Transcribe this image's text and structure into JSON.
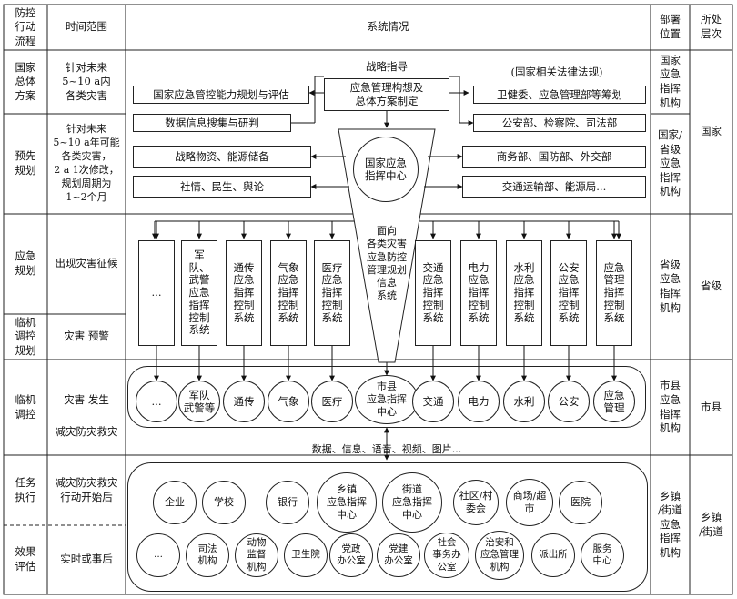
{
  "headers": {
    "flow": "防控\n行动\n流程",
    "time": "时间范围",
    "system": "系统情况",
    "dept": "部署\n位置",
    "level": "所处\n层次"
  },
  "left_col": {
    "national": "国家\n总体\n方案",
    "pre": "预先\n规划",
    "emergency": "应急\n规划",
    "imminent_plan": "临机\n调控\n规划",
    "imminent": "临机\n调控",
    "task": "任务\n执行",
    "effect": "效果\n评估"
  },
  "time_col": {
    "t1": "针对未来\n5~10 a内\n各类灾害",
    "t2": "针对未来\n5~10 a年可能\n各类灾害，\n2 a 1次修改，\n规划周期为\n1~2个月",
    "t3": "出现灾害征候",
    "t4": "灾害 预警",
    "t5": "灾害 发生",
    "t6": "减灾防灾救灾",
    "t7": "减灾防灾救灾\n行动开始后",
    "t8": "实时或事后"
  },
  "dept_col": {
    "d1": "国家\n应急\n指挥\n机构",
    "d2": "国家/\n省级\n应急\n指挥\n机构",
    "d3": "省级\n应急\n指挥\n机构",
    "d4": "市县\n应急\n指挥\n机构",
    "d5": "乡镇\n/街道\n应急\n指挥\n机构"
  },
  "level_col": {
    "national": "国家",
    "province": "省级",
    "city": "市县",
    "town": "乡镇\n/街道"
  },
  "national": {
    "strategic_guidance": "战略指导",
    "laws": "(国家相关法律法规)",
    "core": "应急管理构想及\n总体方案制定",
    "left_box1": "国家应急管控能力规划与评估",
    "left_box2": "数据信息搜集与研判",
    "right_box1": "卫健委、应急管理部等筹划",
    "right_box2": "公安部、检察院、司法部",
    "left_box3": "战略物资、能源储备",
    "left_box4": "社情、民生、舆论",
    "right_box3": "商务部、国防部、外交部",
    "right_box4": "交通运输部、能源局...",
    "center_circle": "国家应急\n指挥中心"
  },
  "province": {
    "funnel_text": "面向\n各类灾害\n应急防控\n管理规划\n信息\n系统",
    "left_systems": [
      "...",
      "军队、\n武警\n应急\n指挥\n控制\n系统",
      "通传\n应急\n指挥\n控制\n系统",
      "气象\n应急\n指挥\n控制\n系统",
      "医疗\n应急\n指挥\n控制\n系统"
    ],
    "right_systems": [
      "交通\n应急\n指挥\n控制\n系统",
      "电力\n应急\n指挥\n控制\n系统",
      "水利\n应急\n指挥\n控制\n系统",
      "公安\n应急\n指挥\n控制\n系统",
      "应急\n管理\n指挥\n控制\n系统"
    ]
  },
  "city": {
    "left_circles": [
      "...",
      "军队\n武警等",
      "通传",
      "气象",
      "医疗"
    ],
    "center": "市县\n应急指挥\n中心",
    "right_circles": [
      "交通",
      "电力",
      "水利",
      "公安",
      "应急\n管理"
    ],
    "data_label": "数据、信息、语音、视频、图片..."
  },
  "town": {
    "row1": [
      "企业",
      "学校",
      "银行",
      "乡镇\n应急指挥\n中心",
      "街道\n应急指挥\n中心",
      "社区/村\n委会",
      "商场/超\n市",
      "医院"
    ],
    "row2": [
      "...",
      "司法\n机构",
      "动物\n监督\n机构",
      "卫生院",
      "党政\n办公室",
      "党建\n办公室",
      "社会\n事务办\n公室",
      "治安和\n应急管理\n机构",
      "派出所",
      "服务\n中心"
    ]
  }
}
